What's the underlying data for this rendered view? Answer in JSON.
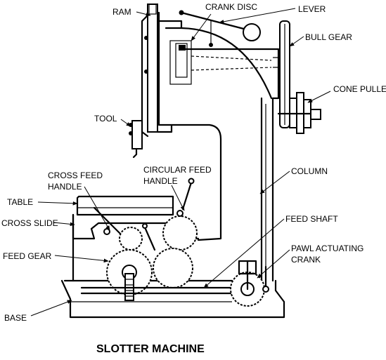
{
  "labels": {
    "ram": "RAM",
    "crank_disc": "CRANK DISC",
    "lever": "LEVER",
    "bull_gear": "BULL GEAR",
    "cone_pulley": "CONE PULLEY",
    "tool": "TOOL",
    "cross_feed_handle_1": "CROSS FEED",
    "cross_feed_handle_2": "HANDLE",
    "circular_feed_handle_1": "CIRCULAR FEED",
    "circular_feed_handle_2": "HANDLE",
    "column": "COLUMN",
    "table": "TABLE",
    "cross_slide": "CROSS SLIDE",
    "feed_shaft": "FEED SHAFT",
    "feed_gear": "FEED GEAR",
    "pawl_actuating_crank_1": "PAWL ACTUATING",
    "pawl_actuating_crank_2": "CRANK",
    "base": "BASE"
  },
  "title": "SLOTTER MACHINE"
}
